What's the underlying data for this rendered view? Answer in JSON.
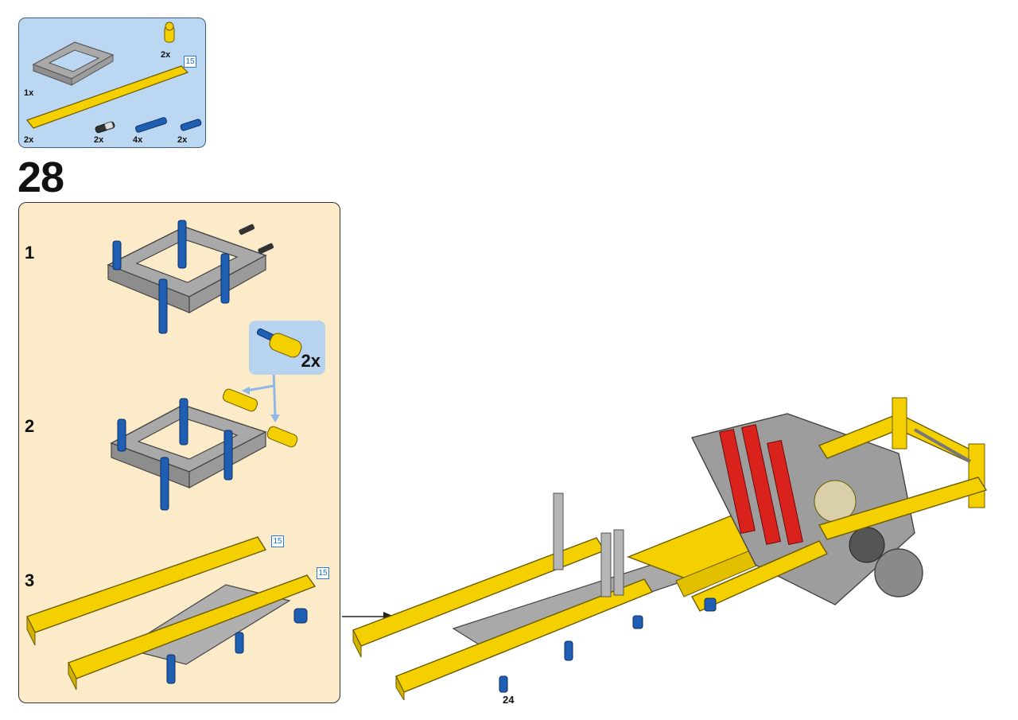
{
  "parts_list": {
    "items": [
      {
        "name": "frame-5x7",
        "qty": "1x"
      },
      {
        "name": "axle-pin-yellow",
        "qty": "2x"
      },
      {
        "name": "beam-15-yellow",
        "qty": "2x"
      },
      {
        "name": "pin-with-axle-black",
        "qty": "2x"
      },
      {
        "name": "long-pin-blue",
        "qty": "4x"
      },
      {
        "name": "axle-pin-blue",
        "qty": "2x"
      }
    ],
    "length_badge": "15"
  },
  "step": {
    "number": "28",
    "substeps": [
      {
        "number": "1"
      },
      {
        "number": "2",
        "callout_qty": "2x"
      },
      {
        "number": "3",
        "length_badges": [
          "15",
          "15"
        ]
      }
    ]
  },
  "page": {
    "number": "24"
  },
  "colors": {
    "parts_bg": "#bcd7f1",
    "substep_bg": "#fcebc9",
    "lego_yellow": "#f5d000",
    "lego_gray": "#a8a8a8",
    "lego_blue": "#1f5fb3",
    "lego_red": "#d9221c"
  }
}
